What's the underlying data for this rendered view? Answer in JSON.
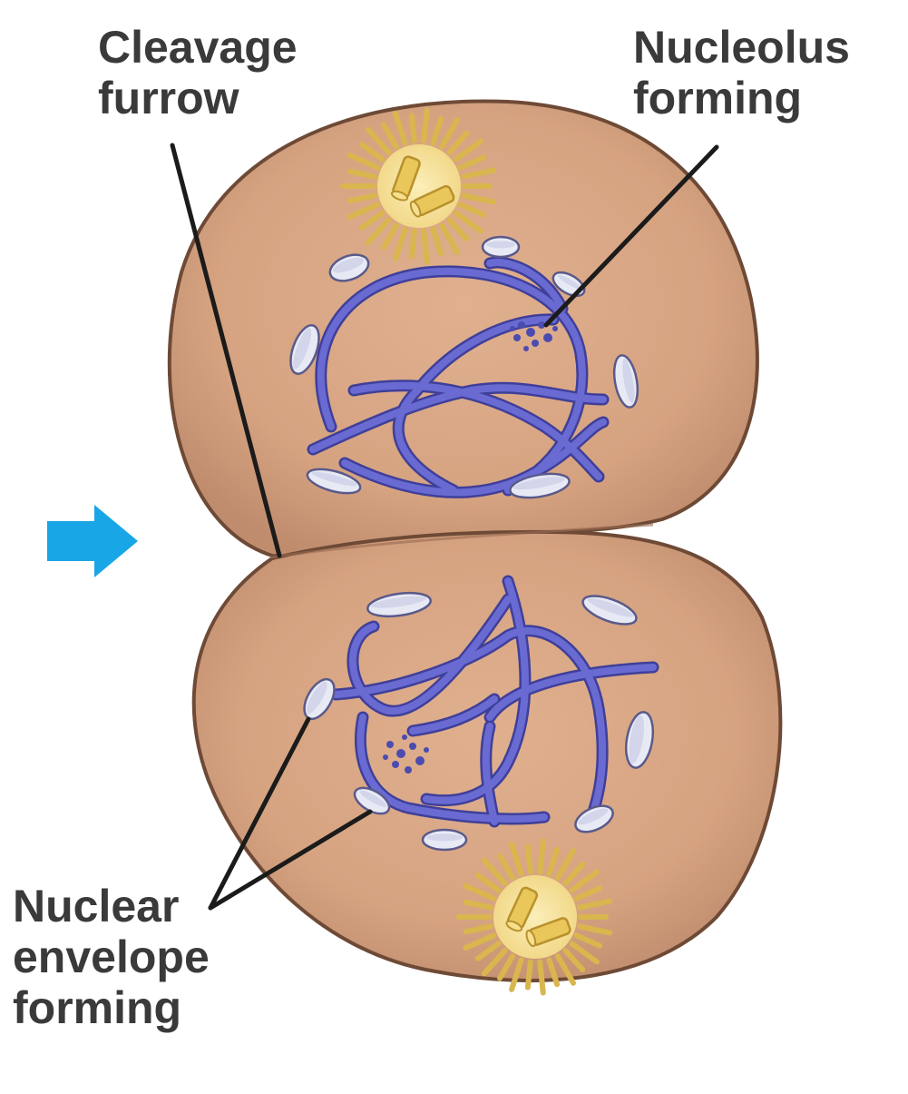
{
  "labels": {
    "cleavage_furrow": [
      "Cleavage",
      "furrow"
    ],
    "nucleolus_forming": [
      "Nucleolus",
      "forming"
    ],
    "nuclear_envelope_forming": [
      "Nuclear",
      "envelope",
      "forming"
    ]
  },
  "colors": {
    "cytoplasm": "#d9a886",
    "cytoplasm_dark": "#b7846a",
    "cell_outline": "#6e4a36",
    "chromosome": "#6a6bd2",
    "chromosome_dark": "#3f3f9a",
    "envelope_fragment": "#e7e9f5",
    "centrosome_glow": "#f6e3a2",
    "centrosome_rays": "#d9b64e",
    "centriole": "#e9c75a",
    "arrow": "#19a6e6",
    "leader_line": "#1b1b1b",
    "label_text": "#3a3a3a"
  },
  "icons": {
    "arrow": "right-arrow-icon",
    "centrosome": "centrosome-icon"
  }
}
